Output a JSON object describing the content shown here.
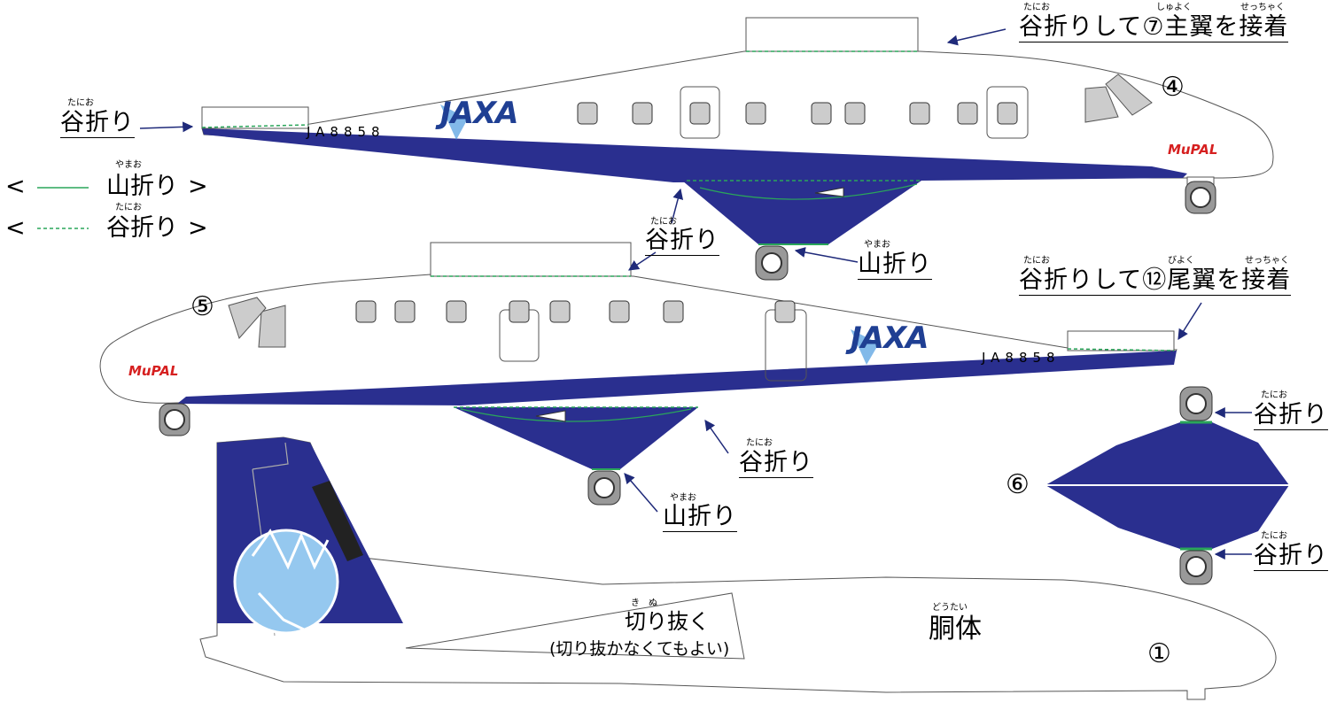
{
  "labels": {
    "tanioriri": "谷折り",
    "yamaori": "山折り",
    "yama_legend": "山折り",
    "tani_legend": "谷折り",
    "legend_open": "<",
    "legend_close": ">",
    "main_wing_note": "谷折りして⑦主翼を接着",
    "tail_wing_note": "谷折りして⑫尾翼を接着",
    "cutout": "切り抜く",
    "cutout_optional": "(切り抜かなくてもよい)",
    "fuselage": "胴体"
  },
  "ruby": {
    "tanio": "たにお",
    "yamao": "やまお",
    "shuyoku": "しゅよく",
    "setchaku": "せっちゃく",
    "biyoku": "びよく",
    "kinu": "き　ぬ",
    "doutai": "どうたい"
  },
  "part_numbers": {
    "p1": "①",
    "p4": "④",
    "p5": "⑤",
    "p6": "⑥"
  },
  "aircraft": {
    "registration": "JA8858",
    "logo_jaxa": "JAXA",
    "logo_mupal": "MuPAL",
    "logo_tail": "WL"
  },
  "colors": {
    "navy": "#2a2f8f",
    "fold_green": "#2aa65a",
    "window_gray": "#cccccc",
    "arrow_navy": "#1f2a7a"
  }
}
